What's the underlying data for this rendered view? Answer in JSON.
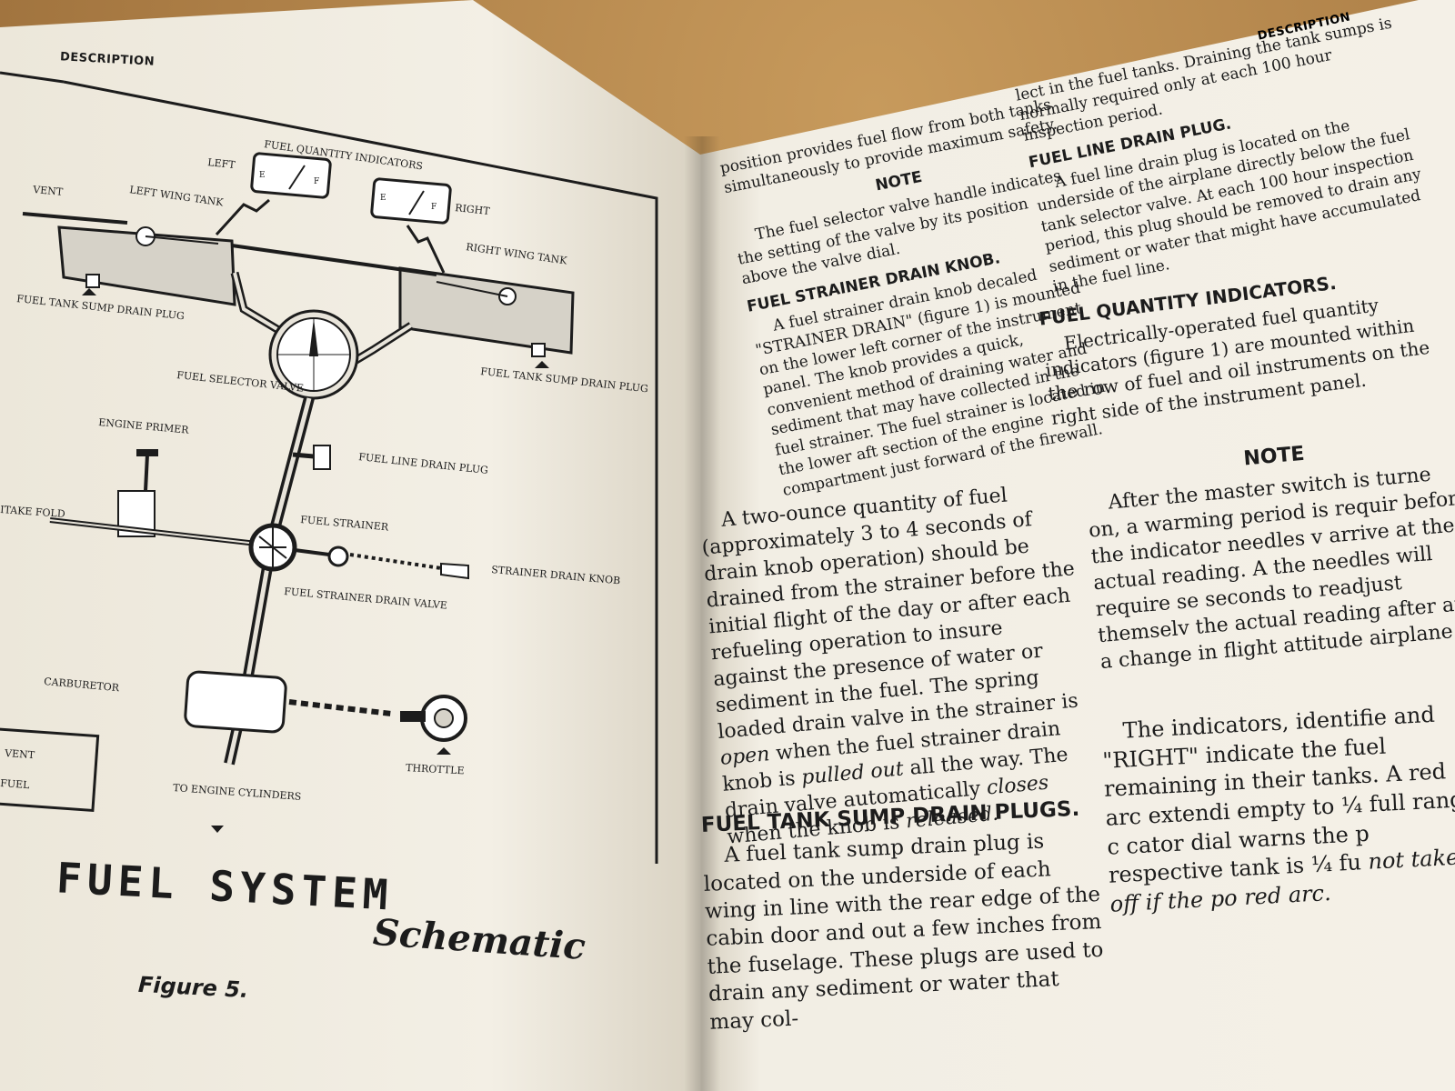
{
  "left_page": {
    "header": "DESCRIPTION",
    "diagram_labels": {
      "fuel_quantity_indicators": "FUEL QUANTITY INDICATORS",
      "left": "LEFT",
      "right": "RIGHT",
      "vent": "VENT",
      "left_wing_tank": "LEFT WING TANK",
      "right_wing_tank": "RIGHT WING TANK",
      "left_sump_plug": "FUEL TANK SUMP DRAIN PLUG",
      "right_sump_plug": "FUEL TANK SUMP DRAIN PLUG",
      "fuel_selector_valve": "FUEL SELECTOR VALVE",
      "engine_primer": "ENGINE PRIMER",
      "fuel_line_drain_plug": "FUEL LINE DRAIN PLUG",
      "intake_manifold": "ITAKE FOLD",
      "fuel_strainer": "FUEL STRAINER",
      "strainer_drain_knob": "STRAINER DRAIN KNOB",
      "fuel_strainer_drain_valve": "FUEL STRAINER DRAIN VALVE",
      "carburetor": "CARBURETOR",
      "throttle": "THROTTLE",
      "to_engine_cylinders": "TO ENGINE CYLINDERS",
      "legend_vent": "VENT",
      "legend_fuel": "FUEL"
    },
    "title": "FUEL SYSTEM",
    "subtitle": "Schematic",
    "caption": "Figure 5."
  },
  "right_page": {
    "header": "DESCRIPTION",
    "col1_top": "position provides fuel flow from both tanks simultaneously to provide maximum safety.",
    "note_heading": "NOTE",
    "note1_text": "The fuel selector valve handle indicates the setting of the valve by its position above the valve dial.",
    "strainer_heading": "FUEL STRAINER DRAIN KNOB.",
    "strainer_p1": "A fuel strainer drain knob decaled \"STRAINER DRAIN\" (figure 1) is mounted on the lower left corner of the instrument panel. The knob provides a quick, convenient method of draining water and sediment that may have collected in the fuel strainer. The fuel strainer is located in the lower aft section of the engine compartment just forward of the firewall.",
    "strainer_p2_a": "A two-ounce quantity of fuel (approximately 3 to 4 seconds of drain knob operation) should be drained from the strainer before the initial flight of the day or after each refueling operation to insure against the presence of water or sediment in the fuel. The spring loaded drain valve in the strainer is",
    "strainer_p2_open": "open",
    "strainer_p2_b": "when the fuel strainer drain knob is",
    "strainer_p2_pulled": "pulled out",
    "strainer_p2_c": "all the way. The drain valve automatically",
    "strainer_p2_closes": "closes",
    "strainer_p2_d": "when the knob is",
    "strainer_p2_released": "released.",
    "sump_heading": "FUEL TANK SUMP DRAIN PLUGS.",
    "sump_p1": "A fuel tank sump drain plug is located on the underside of each wing in line with the rear edge of the cabin door and out a few inches from the fuselage. These plugs are used to drain any sediment or water that may col-",
    "col2_top": "lect in the fuel tanks. Draining the tank sumps is normally required only at each 100 hour inspection period.",
    "line_plug_heading": "FUEL LINE DRAIN PLUG.",
    "line_plug_p1": "A fuel line drain plug is located on the underside of the airplane directly below the fuel tank selector valve. At each 100 hour inspection period, this plug should be removed to drain any sediment or water that might have accumulated in the fuel line.",
    "qty_heading": "FUEL QUANTITY INDICATORS.",
    "qty_p1": "Electrically-operated fuel quantity indicators (figure 1) are mounted within the row of fuel and oil instruments on the right side of the instrument panel.",
    "note2_heading": "NOTE",
    "note2_text": "After the master switch is turne on, a warming period is requir before the indicator needles v arrive at the actual reading. A the needles will require se seconds to readjust themselv the actual reading after any a change in flight attitude airplane.",
    "indicators_p1": "The indicators, identifie and \"RIGHT\" indicate the fuel remaining in their tanks. A red arc extendi empty to ¼ full range c cator dial warns the p respective tank is ¼ fu",
    "indicators_p1_italic": "not take off if the po red arc."
  },
  "colors": {
    "paper": "#f1ede3",
    "ink": "#1c1c1c",
    "table": "#b8894f"
  }
}
